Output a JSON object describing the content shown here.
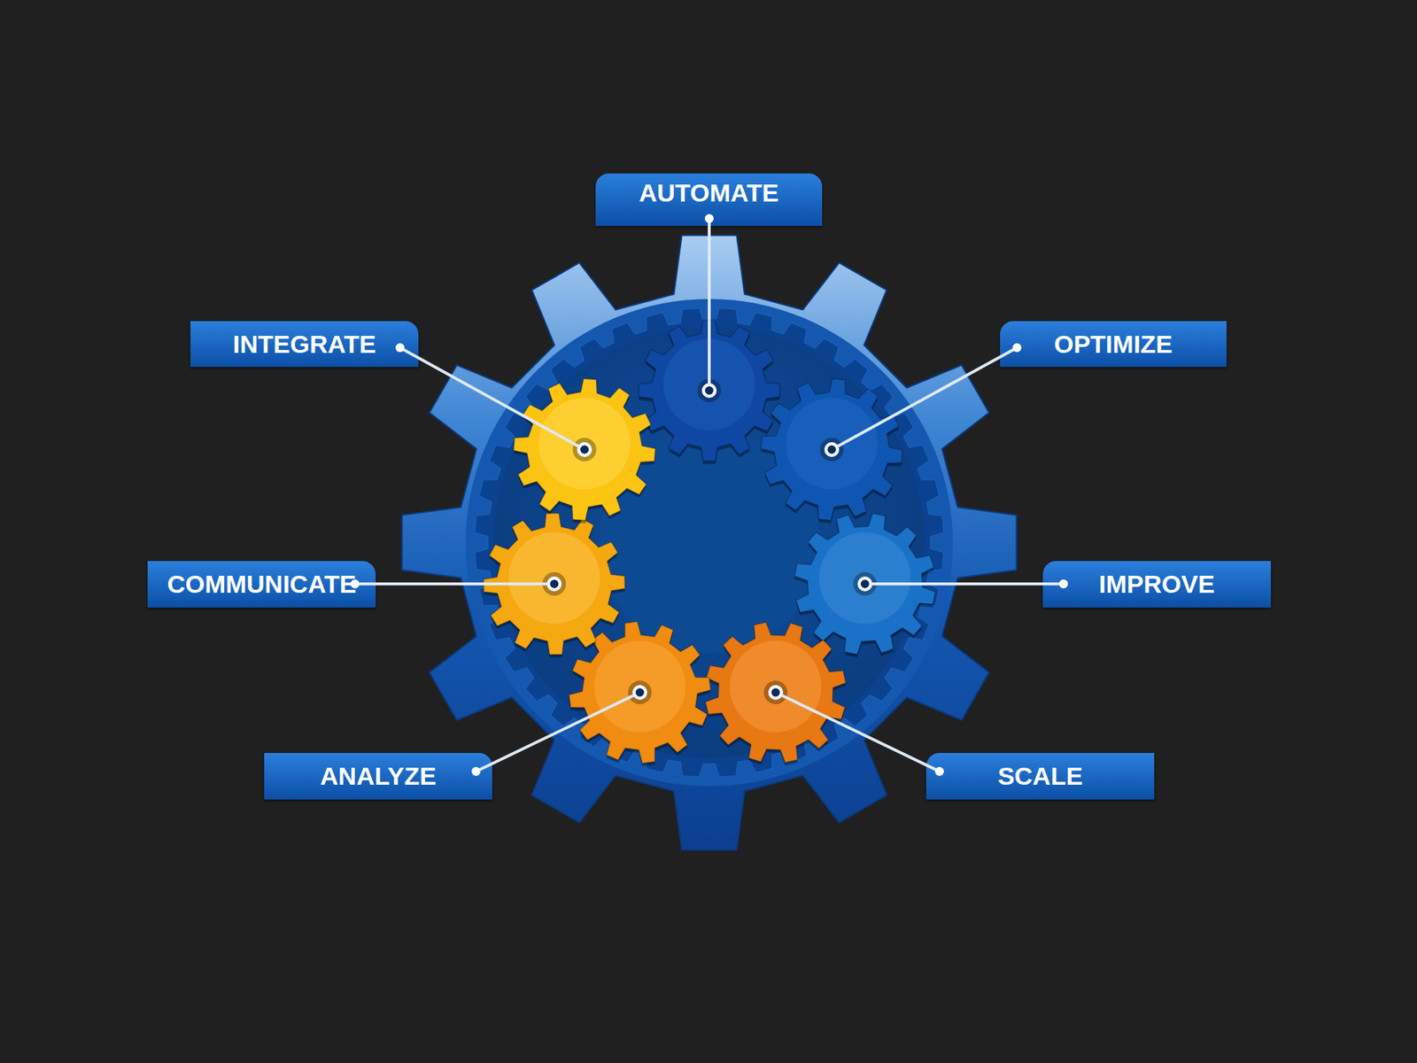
{
  "diagram": {
    "nodes": [
      {
        "text": [
          "AUTOMATE"
        ]
      },
      {
        "text": [
          "INTEGRATE"
        ]
      },
      {
        "text": [
          "OPTIMIZE"
        ]
      },
      {
        "text": [
          "COMMUNICATE"
        ]
      },
      {
        "text": [
          "IMPROVE"
        ]
      },
      {
        "text": [
          "ANALYZE"
        ]
      },
      {
        "text": [
          "SCALE"
        ]
      }
    ]
  }
}
